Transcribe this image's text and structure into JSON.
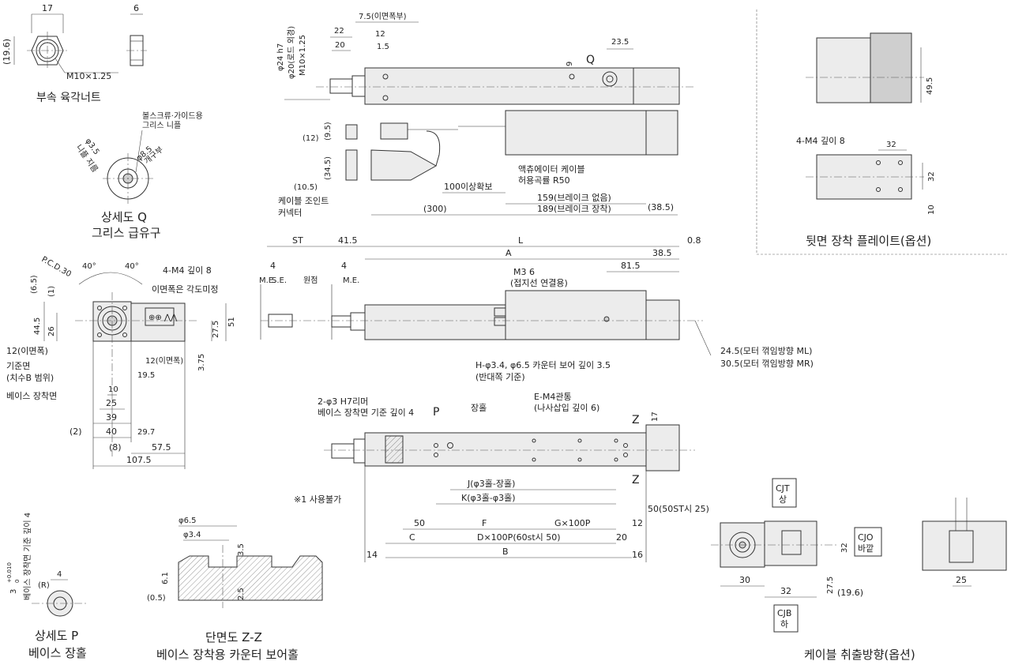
{
  "nut": {
    "d17": "17",
    "d6": "6",
    "d196": "(19.6)",
    "thread": "M10×1.25",
    "title": "부속 육각너트"
  },
  "detailQ": {
    "nipple_label": "볼스크류·가이드용",
    "nipple_label2": "그리스 니플",
    "d35": "φ3.5",
    "d35b": "니플 지름",
    "d85": "φ8.5",
    "d85b": "개구부",
    "title1": "상세도 Q",
    "title2": "그리스 급유구"
  },
  "top": {
    "d75": "7.5(이면폭부)",
    "d22": "22",
    "d12": "12",
    "d20": "20",
    "d15": "1.5",
    "phi24": "φ24 h7",
    "phi20": "φ20(로드 외경)",
    "m10": "M10×1.25",
    "q": "Q",
    "d235": "23.5",
    "d9": "9"
  },
  "cable": {
    "d12": "(12)",
    "d95": "(9.5)",
    "d345": "(34.5)",
    "d105": "(10.5)",
    "joint1": "케이블 조인트",
    "joint2": "커넥터",
    "bend1": "액츄에이터 케이블",
    "bend2": "허용곡률 R50",
    "secure": "100이상확보",
    "d300": "(300)",
    "d159": "159(브레이크 없음)",
    "d189": "189(브레이크 장착)",
    "d385": "(38.5)"
  },
  "back": {
    "m4": "4-M4 깊이 8",
    "d32a": "32",
    "d495": "49.5",
    "d32b": "32",
    "d10": "10",
    "title": "뒷면 장착 플레이트(옵션)"
  },
  "side": {
    "pcd": "P.C.D.30",
    "a40a": "40°",
    "a40b": "40°",
    "m4": "4-M4 깊이 8",
    "note": "이면폭은 각도미정",
    "d65": "(6.5)",
    "d1": "(1)",
    "d445": "44.5",
    "d26": "26",
    "d275": "27.5",
    "d51": "51",
    "d12": "12(이면폭)",
    "ref1": "기준면",
    "ref2": "(치수B 범위)",
    "base": "베이스 장착면",
    "d12b": "12(이면폭)",
    "d195": "19.5",
    "d375": "3.75",
    "d10": "10",
    "d25": "25",
    "d39": "39",
    "d2": "(2)",
    "d40": "40",
    "d297": "29.7",
    "d8": "(8)",
    "d575": "57.5",
    "d1075": "107.5"
  },
  "front": {
    "st": "ST",
    "d415": "41.5",
    "l": "L",
    "d08": "0.8",
    "a": "A",
    "d385": "38.5",
    "d4a": "4",
    "d4b": "4",
    "me1": "M.E.",
    "se": "S.E.",
    "origin": "원점",
    "me2": "M.E.",
    "m3": "M3   6",
    "m3b": "(접지선 연결용)",
    "d815": "81.5",
    "ml": "24.5(모터 꺾임방향 ML)",
    "mr": "30.5(모터 꺾임방향 MR)"
  },
  "bottom": {
    "h": "H-φ3.4, φ6.5 카운터 보어 깊이 3.5",
    "h2": "(반대쪽 기준)",
    "ream1": "2-φ3 H7리머",
    "ream2": "베이스 장착면 기준 깊이 4",
    "p": "P",
    "slot": "장홀",
    "e1": "E-M4관통",
    "e2": "(나사삽입 깊이 6)",
    "z1": "Z",
    "z2": "Z",
    "d17": "17",
    "unused": "※1 사용불가",
    "j": "J(φ3홀-장홀)",
    "k": "K(φ3홀-φ3홀)",
    "d50st": "50(50ST시 25)",
    "d50": "50",
    "f": "F",
    "g": "G×100P",
    "d12": "12",
    "c": "C",
    "dp": "D×100P(60st시 50)",
    "d20": "20",
    "d14": "14",
    "b": "B",
    "d16": "16"
  },
  "detailP": {
    "side_label": "베이스 장착면 기준 깊이 4",
    "tol": "3",
    "tol2": "+0.010",
    "tol3": "0",
    "d4": "4",
    "r": "(R)",
    "title1": "상세도 P",
    "title2": "베이스 장홀"
  },
  "section": {
    "d65": "φ6.5",
    "d34": "φ3.4",
    "d35": "3.5",
    "d61": "6.1",
    "d05": "(0.5)",
    "d25": "2.5",
    "title1": "단면도 Z-Z",
    "title2": "베이스 장착용 카운터 보어홀"
  },
  "cableDir": {
    "cjt": "CJT",
    "cjt2": "상",
    "cjo": "CJO",
    "cjo2": "바깥",
    "cjb": "CJB",
    "cjb2": "하",
    "d30": "30",
    "d32": "32",
    "d275": "27.5",
    "d196": "(19.6)",
    "d32b": "32",
    "d25": "25",
    "title": "케이블 취출방향(옵션)"
  }
}
